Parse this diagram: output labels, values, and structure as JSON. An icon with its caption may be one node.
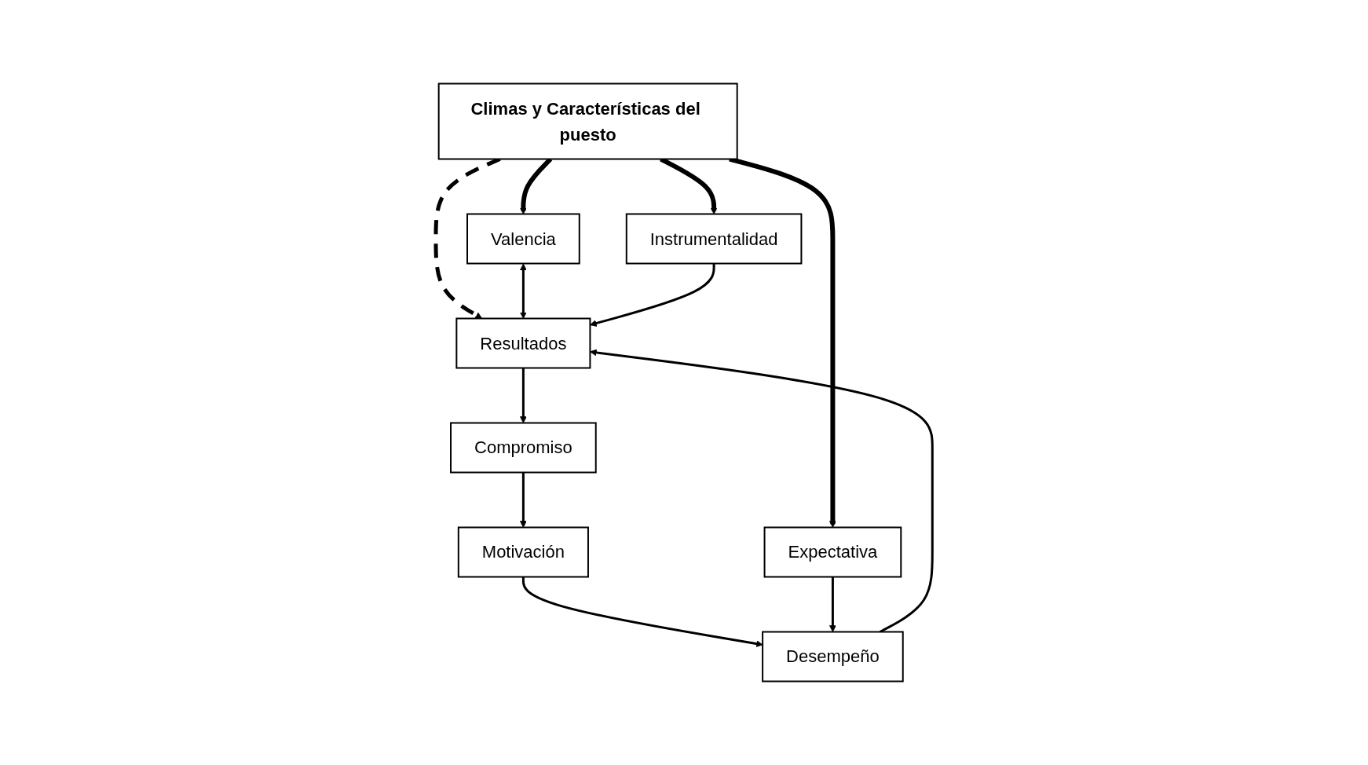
{
  "diagram": {
    "nodes": [
      {
        "text": [
          "Climas y Características del puesto"
        ]
      },
      {
        "text": [
          "Valencia"
        ]
      },
      {
        "text": [
          "Motivación"
        ]
      },
      {
        "text": [
          "Desempeño"
        ]
      },
      {
        "text": [
          "Resultados"
        ]
      },
      {
        "text": [
          "Expectativa"
        ]
      },
      {
        "text": [
          "Instrumentalidad"
        ]
      },
      {
        "text": [
          "Compromiso"
        ]
      }
    ],
    "edges": [
      {
        "from": 0,
        "to": 1,
        "arrow": "to",
        "style": "thick"
      },
      {
        "from": 0,
        "to": 4,
        "arrow": "to",
        "style": "dashed"
      },
      {
        "from": 0,
        "to": 5,
        "arrow": "to",
        "style": "thick"
      },
      {
        "from": 0,
        "to": 6,
        "arrow": "to",
        "style": "thick"
      },
      {
        "from": 1,
        "to": 4,
        "arrow": "both"
      },
      {
        "from": 2,
        "to": 3,
        "arrow": "to"
      },
      {
        "from": 5,
        "to": 3,
        "arrow": "to"
      },
      {
        "from": 3,
        "to": 4,
        "arrow": "to"
      },
      {
        "from": 6,
        "to": 4,
        "arrow": "to"
      },
      {
        "from": 4,
        "to": 7,
        "arrow": "to"
      },
      {
        "from": 7,
        "to": 2,
        "arrow": "to"
      }
    ]
  }
}
